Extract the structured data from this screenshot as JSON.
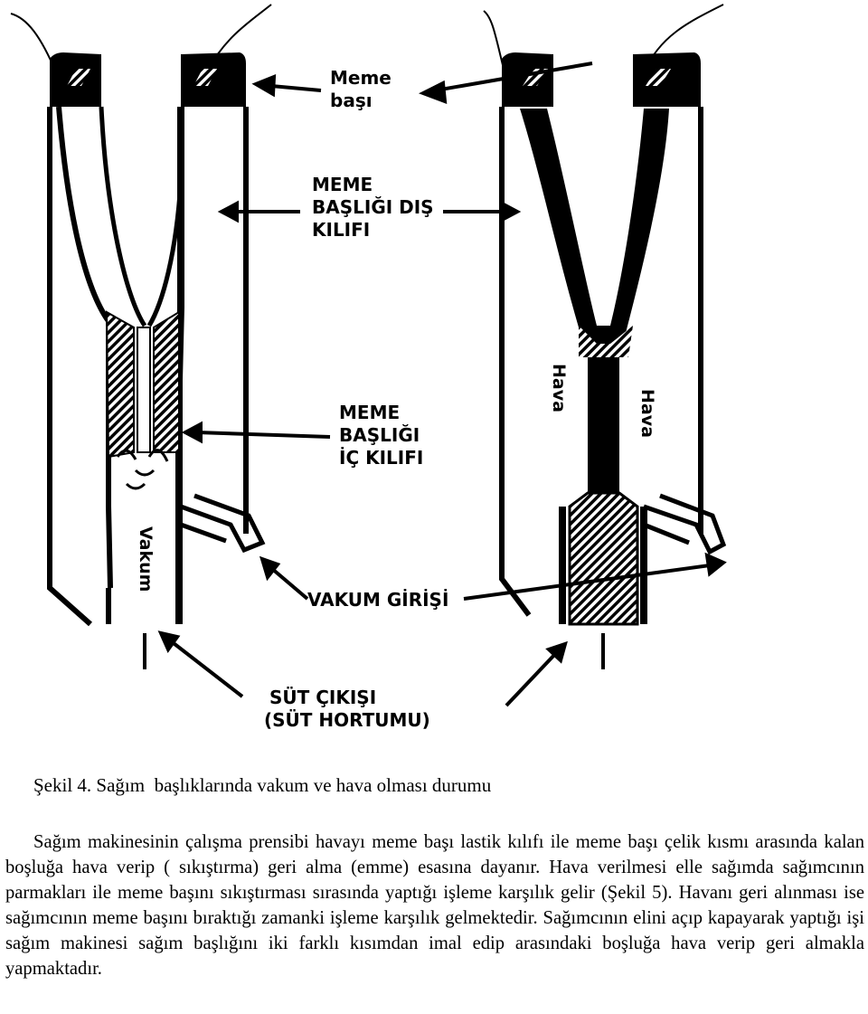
{
  "figure": {
    "labels": {
      "meme_basi": [
        "Meme",
        "başı"
      ],
      "dis_kilif": [
        "MEME",
        "BAŞLIĞI DIŞ",
        "KILIFI"
      ],
      "ic_kilif": [
        "MEME",
        "BAŞLIĞI",
        "İÇ KILIFI"
      ],
      "vakum_girisi": "VAKUM GİRİŞİ",
      "sut_cikisi": [
        "SÜT ÇIKIŞI",
        "(SÜT HORTUMU)"
      ],
      "vakum": "Vakum",
      "hava_left": "Hava",
      "hava_right": "Hava"
    }
  },
  "caption": "Şekil 4. Sağım  başlıklarında vakum ve hava olması durumu",
  "paragraph": "Sağım makinesinin çalışma prensibi havayı meme başı lastik kılıfı ile meme başı çelik kısmı arasında kalan boşluğa hava verip ( sıkıştırma) geri alma (emme) esasına dayanır. Hava verilmesi elle sağımda sağımcının parmakları ile meme başını sıkıştırması sırasında yaptığı işleme karşılık gelir (Şekil 5). Havanı geri alınması ise sağımcının meme başını bıraktığı zamanki işleme karşılık gelmektedir. Sağımcının elini açıp kapayarak yaptığı işi sağım makinesi sağım başlığını iki farklı kısımdan imal edip arasındaki boşluğa hava verip geri almakla yapmaktadır."
}
